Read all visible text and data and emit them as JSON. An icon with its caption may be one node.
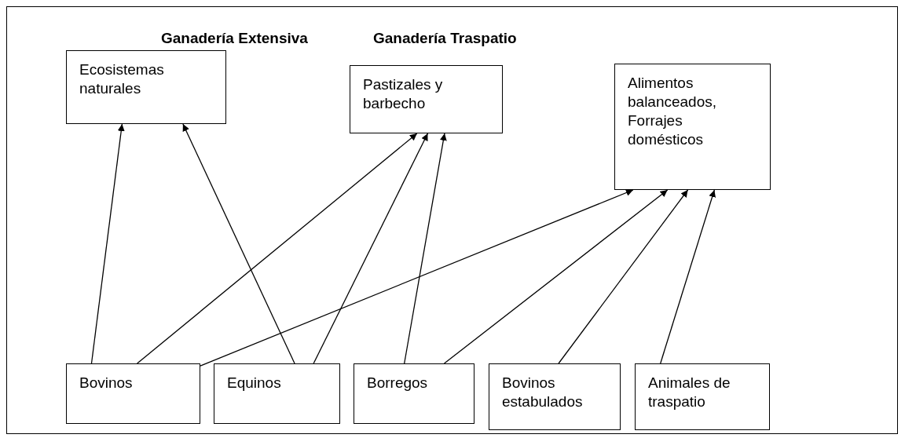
{
  "diagram": {
    "nodes": [
      {
        "text": [
          "Ecosistemas naturales"
        ]
      },
      {
        "text": [
          "Pastizales y barbecho"
        ]
      },
      {
        "text": [
          "Alimentos balanceados, Forrajes domésticos"
        ]
      },
      {
        "text": [
          "Bovinos"
        ]
      },
      {
        "text": [
          "Equinos"
        ]
      },
      {
        "text": [
          "Borregos"
        ]
      },
      {
        "text": [
          "Bovinos estabulados"
        ]
      },
      {
        "text": [
          "Animales de traspatio"
        ]
      }
    ],
    "edges": [
      {
        "from": 3,
        "to": 0,
        "arrow": "to"
      },
      {
        "from": 4,
        "to": 0,
        "arrow": "to"
      },
      {
        "from": 3,
        "to": 1,
        "arrow": "to"
      },
      {
        "from": 4,
        "to": 1,
        "arrow": "to"
      },
      {
        "from": 5,
        "to": 1,
        "arrow": "to"
      },
      {
        "from": 3,
        "to": 2,
        "arrow": "to"
      },
      {
        "from": 5,
        "to": 2,
        "arrow": "to"
      },
      {
        "from": 6,
        "to": 2,
        "arrow": "to"
      },
      {
        "from": 7,
        "to": 2,
        "arrow": "to"
      }
    ],
    "labels": [
      "Ganadería Extensiva",
      "Ganadería Traspatio"
    ]
  }
}
